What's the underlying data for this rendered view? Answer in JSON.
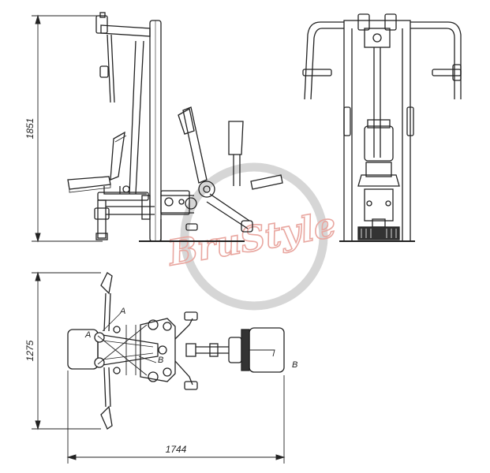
{
  "dimensions": {
    "height": "1851",
    "depth": "1275",
    "length": "1744"
  },
  "section_labels": {
    "a_upper": "A",
    "a_left": "A",
    "b_left": "B",
    "b_right": "B"
  },
  "watermark": {
    "text": "BruStyle",
    "color": "#e9a7a0",
    "ring_color": "#bdbdbd"
  },
  "colors": {
    "line": "#222222",
    "shade": "#555555"
  }
}
